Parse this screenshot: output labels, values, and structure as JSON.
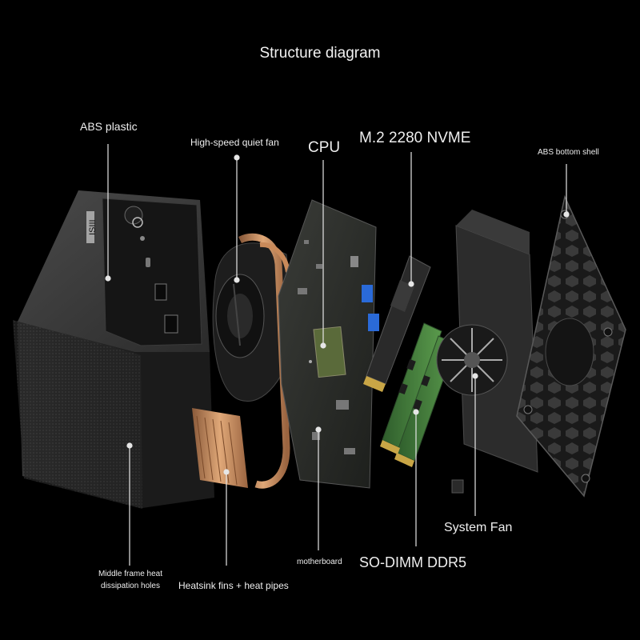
{
  "title": "Structure diagram",
  "labels": {
    "abs_plastic": "ABS plastic",
    "fan": "High-speed quiet fan",
    "cpu": "CPU",
    "ssd": "M.2 2280 NVME",
    "bottom_shell": "ABS bottom shell",
    "system_fan": "System Fan",
    "motherboard": "motherboard",
    "ram": "SO-DIMM DDR5",
    "heatsink": "Heatsink fins + heat pipes",
    "middle_frame_line1": "Middle frame heat",
    "middle_frame_line2": "dissipation holes"
  },
  "device": {
    "brand_mark": "ISIII"
  },
  "colors": {
    "background": "#000000",
    "label": "#eeeeee",
    "copper": "#c98a5a",
    "pcb": "#2c2f2a",
    "ram_green": "#3f7a3a",
    "shell": "#2a2a2a"
  }
}
